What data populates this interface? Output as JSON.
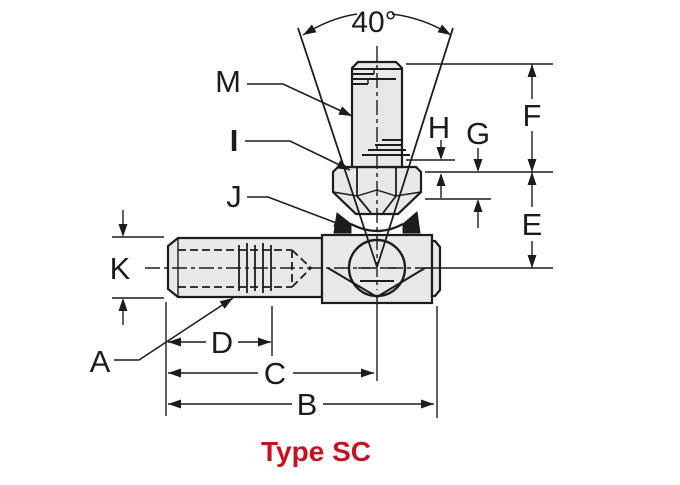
{
  "caption": "Type SC",
  "angle": {
    "label": "40°"
  },
  "labels": {
    "A": "A",
    "B": "B",
    "C": "C",
    "D": "D",
    "E": "E",
    "F": "F",
    "G": "G",
    "H": "H",
    "I": "I",
    "J": "J",
    "K": "K",
    "M": "M"
  },
  "colors": {
    "ink": "#1c1c1c",
    "part_fill": "#e7e9e9",
    "caption_red": "#c41320",
    "background": "#ffffff"
  }
}
